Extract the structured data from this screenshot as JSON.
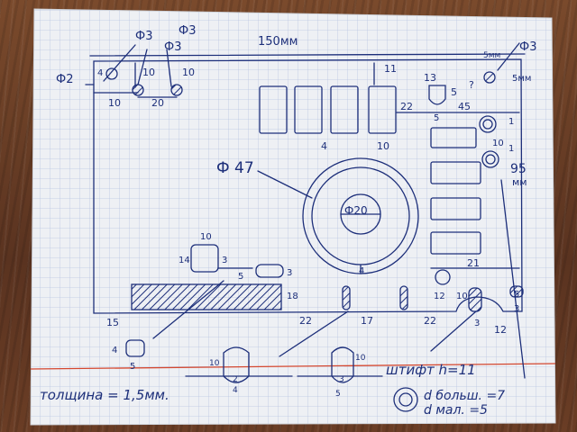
{
  "sheet": {
    "ink_color": "#1d2f7a",
    "paper_color": "#eef0f4",
    "grid_color": "#b9c6e2",
    "red_line_color": "#d4472f"
  },
  "labels": {
    "width_total": "150мм",
    "hole_d3_a": "Ф3",
    "hole_d3_b": "Ф3",
    "hole_d3_c": "Ф3",
    "hole_d3_right": "Ф3",
    "d2": "Ф2",
    "dim_4_a": "4",
    "dim_10_a": "10",
    "dim_10_b": "10",
    "dim_10_c": "10",
    "dim_20_a": "20",
    "dim_5mm_top": "5мм",
    "dim_5mm_side": "5мм",
    "dim_11": "11",
    "dim_13": "13",
    "dim_5_q": "5",
    "question": "?",
    "dim_5_under": "5",
    "dim_22_top": "22",
    "dim_45": "45",
    "dim_4_bars": "4",
    "dim_10_bars": "10",
    "dim_1_a": "1",
    "dim_10_right": "10",
    "dim_1_b": "1",
    "dim_95": "95",
    "dim_mm": "мм",
    "big_d47": "Ф 47",
    "inner_d20": "Ф20",
    "dim_4_ring": "4",
    "dim_10_knob": "10",
    "dim_14": "14",
    "dim_3_knob": "3",
    "dim_3_switch": "3",
    "dim_5_switch": "5",
    "dim_18": "18",
    "dim_21": "21",
    "dim_12_left": "12",
    "dim_10_notch": "10",
    "dim_5_right": "5",
    "dim_3_right": "3",
    "dim_15": "15",
    "dim_22_a": "22",
    "dim_17": "17",
    "dim_22_b": "22",
    "dim_3_bottom": "3",
    "dim_12_bottom": "12",
    "dim_4_small": "4",
    "dim_5_small": "5",
    "dim_10_d1": "10",
    "dim_4_d1": "4",
    "dim_2_d1": "2",
    "dim_10_d2": "10",
    "dim_3_d2": "3",
    "dim_5_d2": "5",
    "thickness": "толщина = 1,5мм.",
    "pin_h": "штифт h=11",
    "d_big": "d больш. =7",
    "d_small": "d мал. =5"
  }
}
